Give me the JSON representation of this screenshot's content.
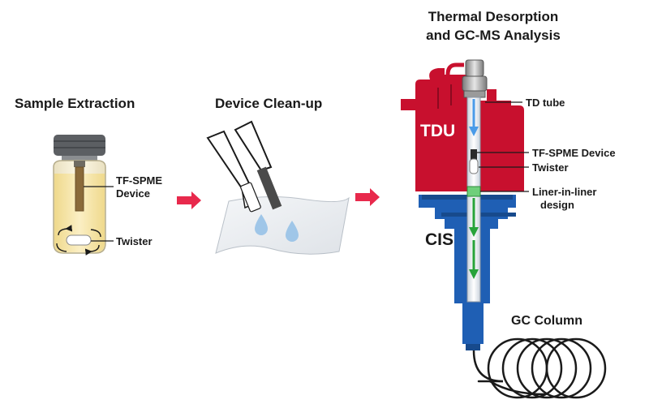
{
  "titles": {
    "sample_extraction": "Sample Extraction",
    "device_cleanup": "Device Clean-up",
    "thermal_line1": "Thermal Desorption",
    "thermal_line2": "and GC-MS Analysis"
  },
  "vial_labels": {
    "device_line1": "TF-SPME",
    "device_line2": "Device",
    "twister": "Twister"
  },
  "instrument_labels": {
    "tdu": "TDU",
    "cis": "CIS",
    "td_tube": "TD tube",
    "tf_spme_device": "TF-SPME Device",
    "twister": "Twister",
    "liner_line1": "Liner-in-liner",
    "liner_line2": "design",
    "gc_column": "GC Column"
  },
  "colors": {
    "tdu_red": "#c8102e",
    "cis_blue": "#1f5fb4",
    "arrow_pink": "#e8294c",
    "vial_liquid": "#f5e3a3",
    "column_dark": "#1a1a1a"
  }
}
